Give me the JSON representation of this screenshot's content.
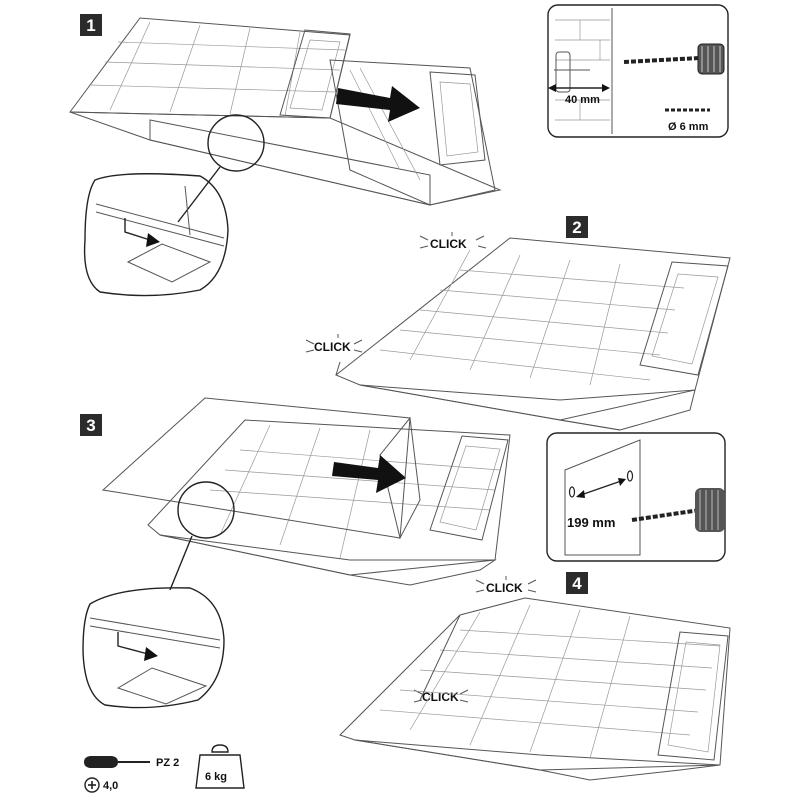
{
  "steps": [
    {
      "number": "1"
    },
    {
      "number": "2"
    },
    {
      "number": "3"
    },
    {
      "number": "4"
    }
  ],
  "click_label": "CLICK",
  "drill_inset_1": {
    "distance_label": "40 mm",
    "bit_label": "Ø 6 mm"
  },
  "drill_inset_2": {
    "distance_label": "199 mm"
  },
  "tools": {
    "screwdriver_label": "PZ 2",
    "screw_label": "4,0",
    "weight_label": "6 kg"
  }
}
